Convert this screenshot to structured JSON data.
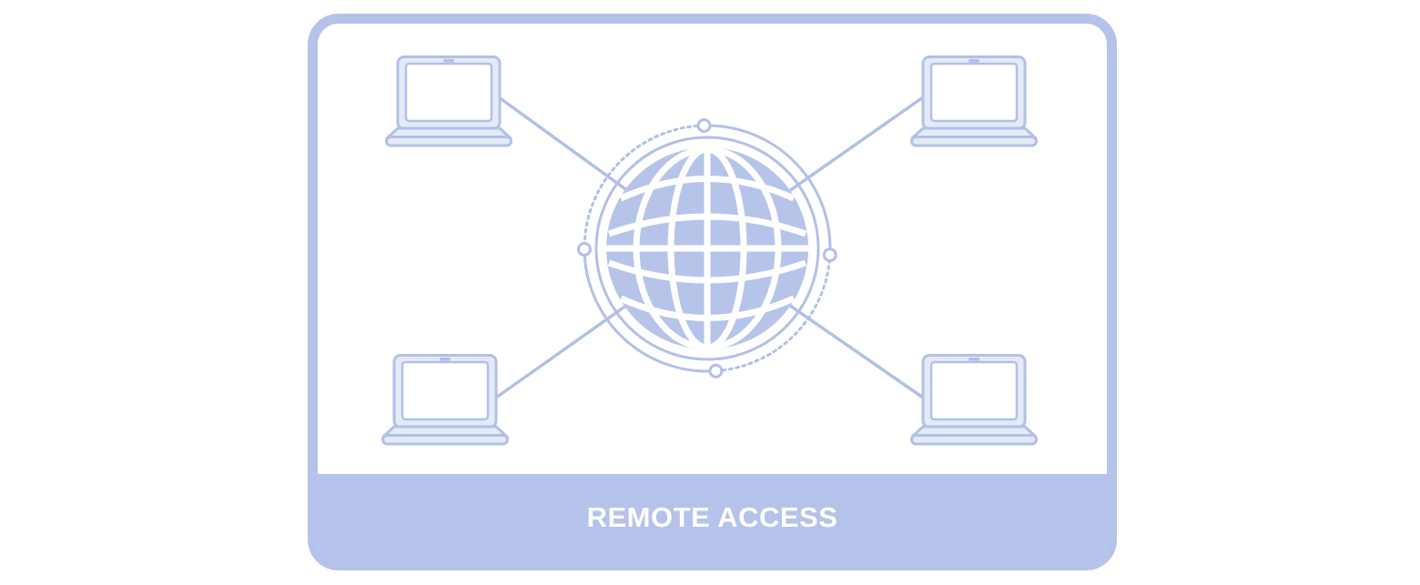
{
  "banner": {
    "label": "REMOTE ACCESS"
  },
  "illustration": {
    "center_icon": "globe-icon",
    "corner_icons": [
      "laptop-icon-top-left",
      "laptop-icon-top-right",
      "laptop-icon-bottom-left",
      "laptop-icon-bottom-right"
    ],
    "connection_line_count": 4,
    "ring_node_count": 4
  },
  "colors": {
    "accent_periwinkle": "#b5c2e9",
    "outline_stroke": "#b2c0e7",
    "globe_fill": "#b7c4e9",
    "device_fill": "#e4ebf8",
    "screen_white": "#ffffff",
    "banner_text": "#ffffff",
    "card_background": "#ffffff"
  }
}
